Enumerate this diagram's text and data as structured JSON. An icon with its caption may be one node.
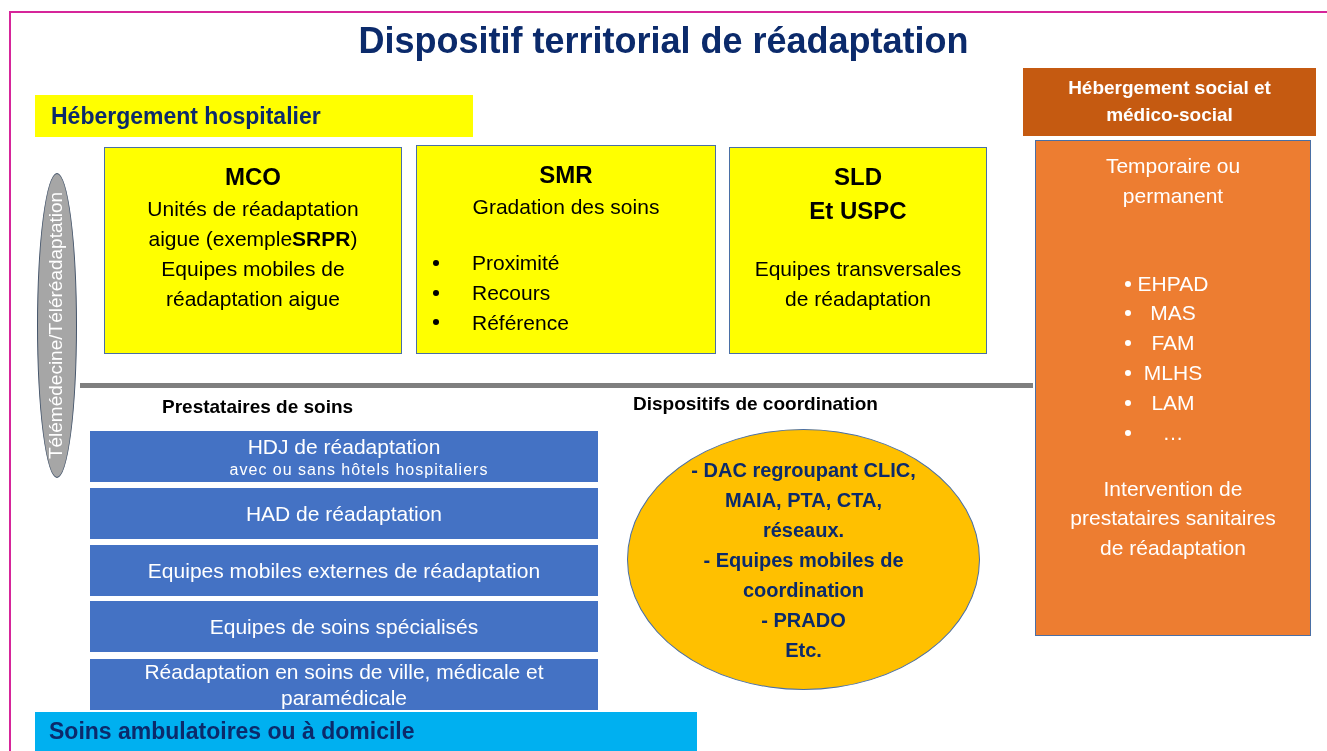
{
  "diagram": {
    "title": "Dispositif territorial de réadaptation",
    "nodes": [
      {
        "text": [
          "Hébergement hospitalier"
        ]
      },
      {
        "text": [
          "Hébergement social et médico-social"
        ]
      },
      {
        "text": [
          "MCO",
          "Unités de réadaptation aigue (exemple**SRPR**)",
          "Equipes mobiles de réadaptation aigue"
        ]
      },
      {
        "text": [
          "SMR",
          "Gradation des soins",
          "Proximité",
          "Recours",
          "Référence"
        ]
      },
      {
        "text": [
          "SLD",
          "Et USPC",
          "Equipes transversales de réadaptation"
        ]
      },
      {
        "text": [
          "Temporaire ou permanent",
          "EHPAD",
          "MAS",
          "FAM",
          "MLHS",
          "LAM",
          "…",
          "Intervention de prestataires sanitaires de réadaptation"
        ]
      },
      {
        "text": [
          "Télémédecine/Téléréadaptation"
        ]
      },
      {
        "text": [
          "HDJ de réadaptation",
          "avec ou sans hôtels hospitaliers"
        ]
      },
      {
        "text": [
          "HAD de réadaptation"
        ]
      },
      {
        "text": [
          "Equipes mobiles externes de réadaptation"
        ]
      },
      {
        "text": [
          "Equipes de soins spécialisés"
        ]
      },
      {
        "text": [
          "Réadaptation en soins de ville, médicale et paramédicale"
        ]
      },
      {
        "text": [
          "- DAC regroupant CLIC, MAIA, PTA, CTA, réseaux.",
          "- Equipes mobiles de coordination",
          "- PRADO",
          "Etc."
        ]
      },
      {
        "text": [
          "Soins ambulatoires ou à domicile"
        ]
      }
    ],
    "labels": [
      "Prestataires de soins",
      "Dispositifs de coordination"
    ]
  }
}
